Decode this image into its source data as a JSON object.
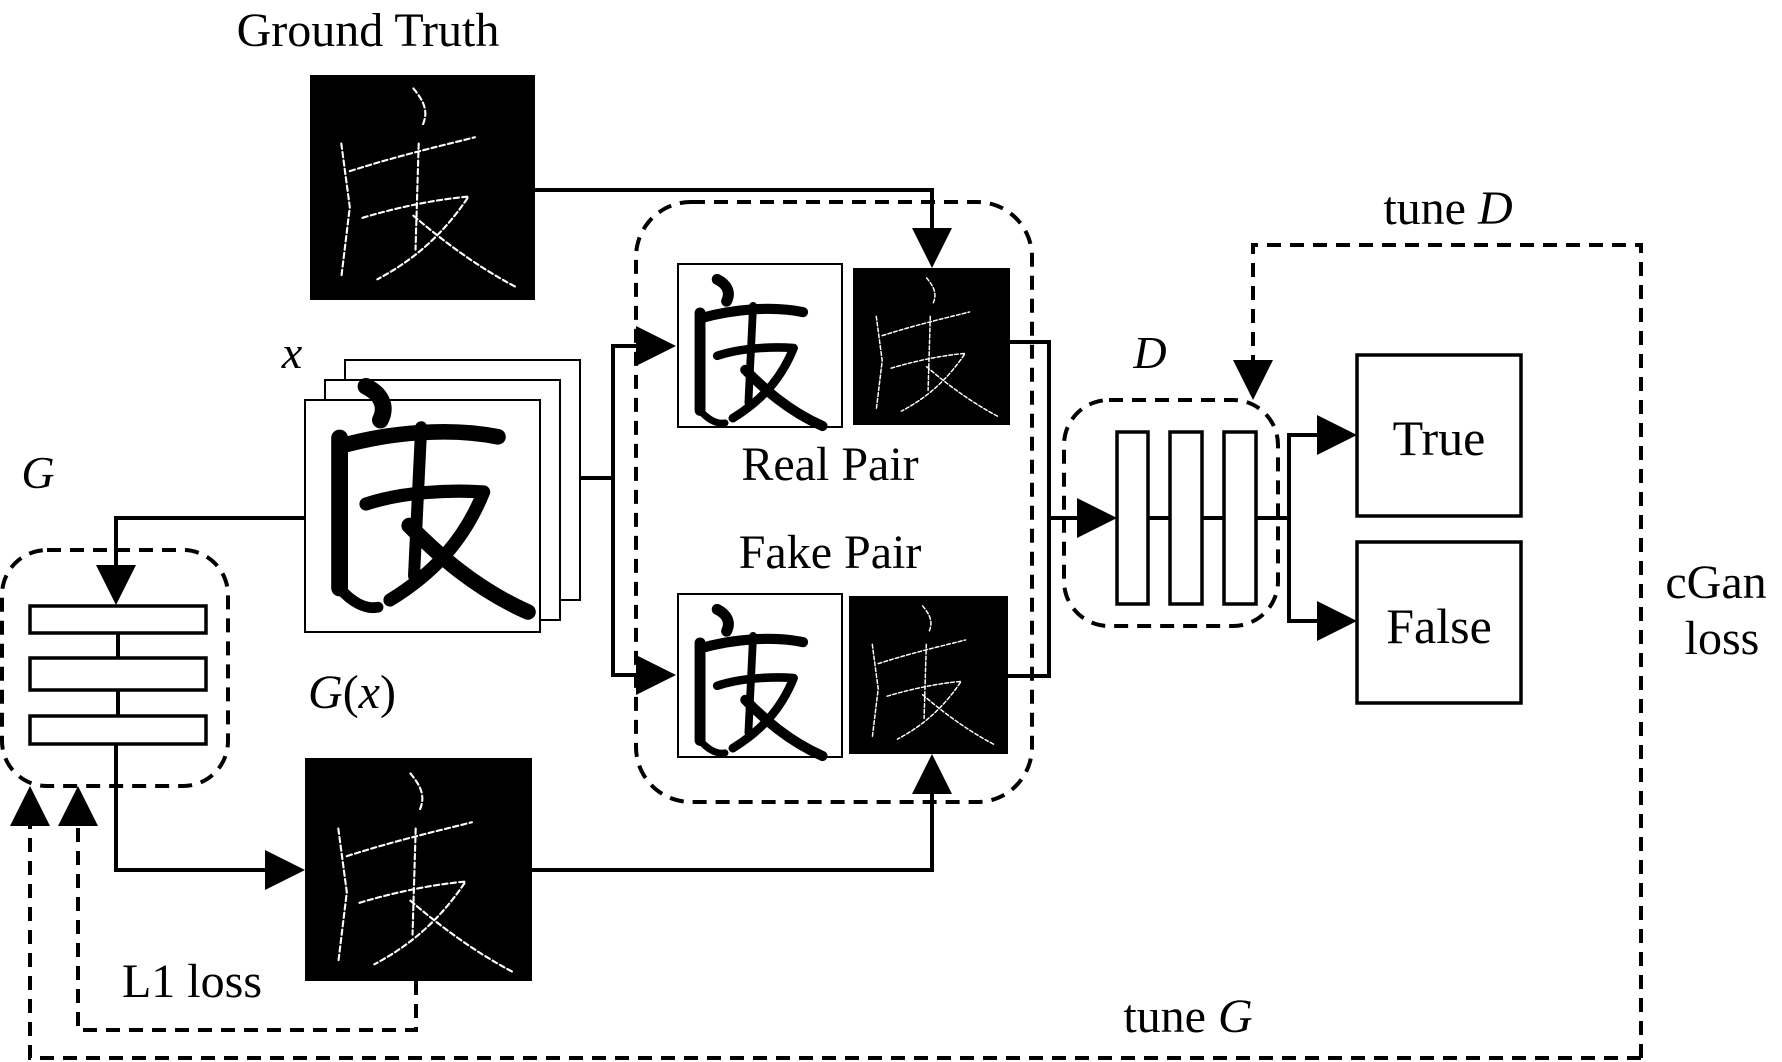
{
  "labels": {
    "ground_truth": "Ground Truth",
    "x": "x",
    "g": "G",
    "g_of_x_g": "G",
    "g_of_x_open": "(",
    "g_of_x_x": "x",
    "g_of_x_close": ")",
    "real_pair": "Real Pair",
    "fake_pair": "Fake Pair",
    "d": "D",
    "tune_d_prefix": "tune ",
    "tune_d_symbol": "D",
    "true_label": "True",
    "false_label": "False",
    "cgan_line1": "cGan",
    "cgan_line2": "loss",
    "l1_loss": "L1 loss",
    "tune_g_prefix": "tune ",
    "tune_g_symbol": "G"
  }
}
